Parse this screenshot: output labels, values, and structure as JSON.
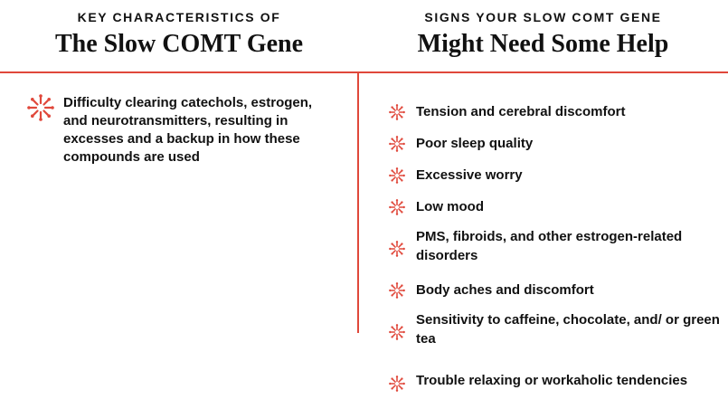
{
  "left_column": {
    "kicker": "KEY CHARACTERISTICS OF",
    "headline": "The Slow COMT Gene",
    "items": [
      "Difficulty clearing catechols, estrogen, and neurotransmitters, resulting in excesses and a backup in how these compounds are used"
    ]
  },
  "right_column": {
    "kicker": "SIGNS YOUR SLOW COMT GENE",
    "headline": "Might Need Some Help",
    "items": [
      "Tension and cerebral discomfort",
      "Poor sleep quality",
      "Excessive worry",
      "Low mood",
      "PMS, fibroids, and other estrogen-related disorders",
      "Body aches and discomfort",
      "Sensitivity to caffeine, chocolate, and/ or green tea",
      "Trouble relaxing or workaholic tendencies"
    ]
  },
  "colors": {
    "accent": "#e0483b",
    "text": "#111111",
    "background": "#ffffff"
  },
  "icons": {
    "bullet": "starburst-icon"
  }
}
